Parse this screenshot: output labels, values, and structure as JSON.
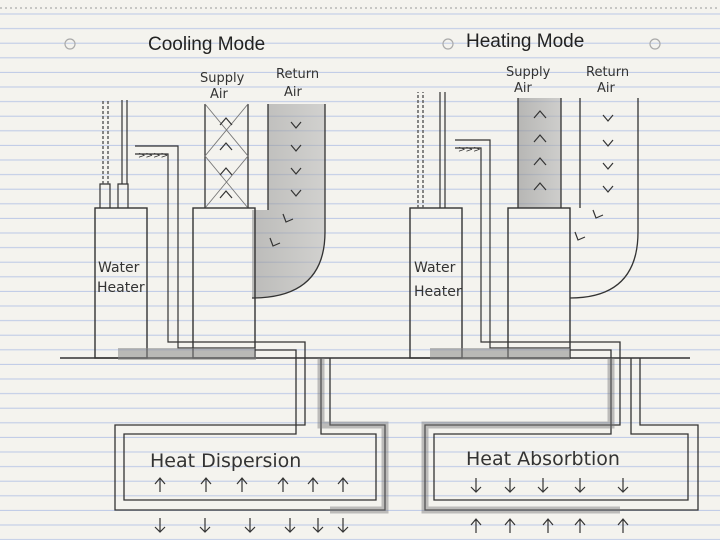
{
  "cooling": {
    "title": "Cooling Mode",
    "supply_air": [
      "Supply",
      "Air"
    ],
    "return_air": [
      "Return",
      "Air"
    ],
    "tank_label": [
      "Water",
      "Heater"
    ],
    "ground_loop_label": "Heat Dispersion"
  },
  "heating": {
    "title": "Heating Mode",
    "supply_air": [
      "Supply",
      "Air"
    ],
    "return_air": [
      "Return",
      "Air"
    ],
    "tank_label": [
      "Water",
      "Heater"
    ],
    "ground_loop_label": "Heat Absorbtion"
  },
  "colors": {
    "paper": "#f4f3ee",
    "grid_line": "#b9c7e6",
    "margin_line": "#d9a0a0",
    "pencil": "#333333",
    "shade": "#9a9a9a"
  }
}
